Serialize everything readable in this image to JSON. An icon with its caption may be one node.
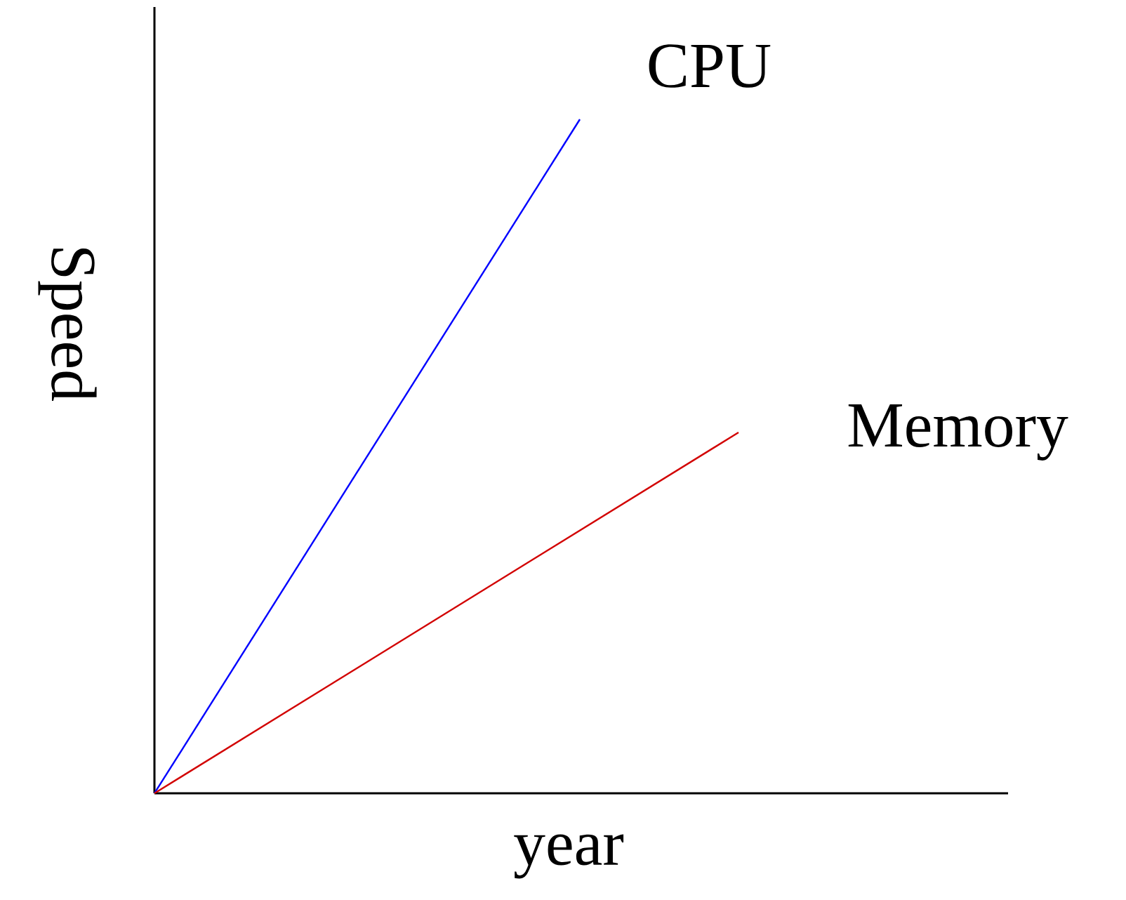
{
  "diagram": {
    "labels": [
      "CPU",
      "Speed",
      "Memory",
      "year"
    ]
  }
}
